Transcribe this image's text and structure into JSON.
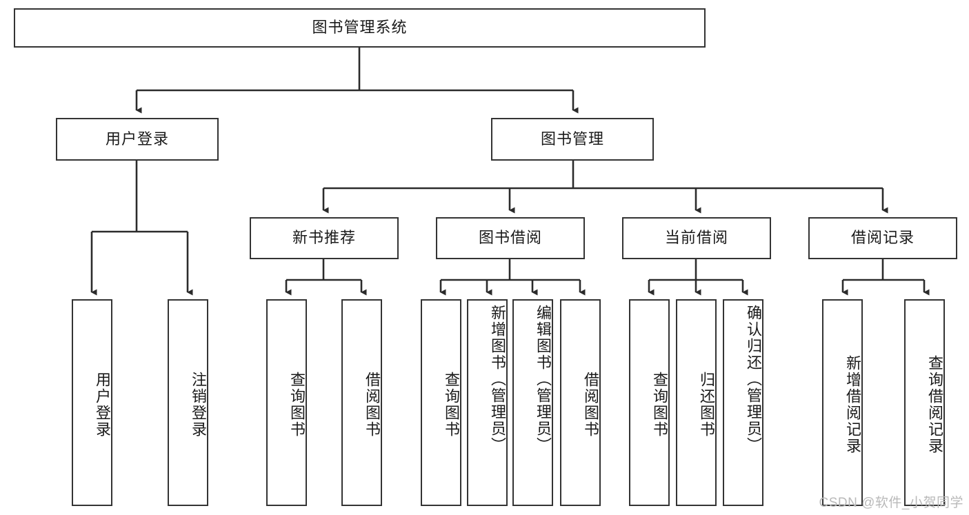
{
  "diagram": {
    "title_text": "图书管理系统",
    "watermark": "CSDN @软件_小贺同学",
    "colors": {
      "box_border": "#333333",
      "box_fill": "#ffffff",
      "edge": "#2b2b2b",
      "text": "#1a1a1a",
      "watermark": "#b9b9b9",
      "background": "#ffffff"
    },
    "root": {
      "label": "图书管理系统"
    },
    "level1": [
      {
        "id": "user-login",
        "label": "用户登录"
      },
      {
        "id": "book-management",
        "label": "图书管理"
      }
    ],
    "level2": [
      {
        "id": "new-book-recommend",
        "label": "新书推荐"
      },
      {
        "id": "book-borrow",
        "label": "图书借阅"
      },
      {
        "id": "current-borrow",
        "label": "当前借阅"
      },
      {
        "id": "borrow-record",
        "label": "借阅记录"
      }
    ],
    "leaves": {
      "user_login": [
        {
          "id": "leaf-user-login",
          "label": "用户登录"
        },
        {
          "id": "leaf-user-logout",
          "label": "注销登录"
        }
      ],
      "new_book_recommend": [
        {
          "id": "leaf-query-book-1",
          "label": "查询图书"
        },
        {
          "id": "leaf-borrow-book-1",
          "label": "借阅图书"
        }
      ],
      "book_borrow": [
        {
          "id": "leaf-query-book-2",
          "label": "查询图书"
        },
        {
          "id": "leaf-add-book",
          "label": "新增图书（管理员）"
        },
        {
          "id": "leaf-edit-book",
          "label": "编辑图书（管理员）"
        },
        {
          "id": "leaf-borrow-book-2",
          "label": "借阅图书"
        }
      ],
      "current_borrow": [
        {
          "id": "leaf-query-book-3",
          "label": "查询图书"
        },
        {
          "id": "leaf-return-book",
          "label": "归还图书"
        },
        {
          "id": "leaf-confirm-return",
          "label": "确认归还（管理员）"
        }
      ],
      "borrow_record": [
        {
          "id": "leaf-add-record",
          "label": "新增借阅记录"
        },
        {
          "id": "leaf-query-record",
          "label": "查询借阅记录"
        }
      ]
    }
  }
}
